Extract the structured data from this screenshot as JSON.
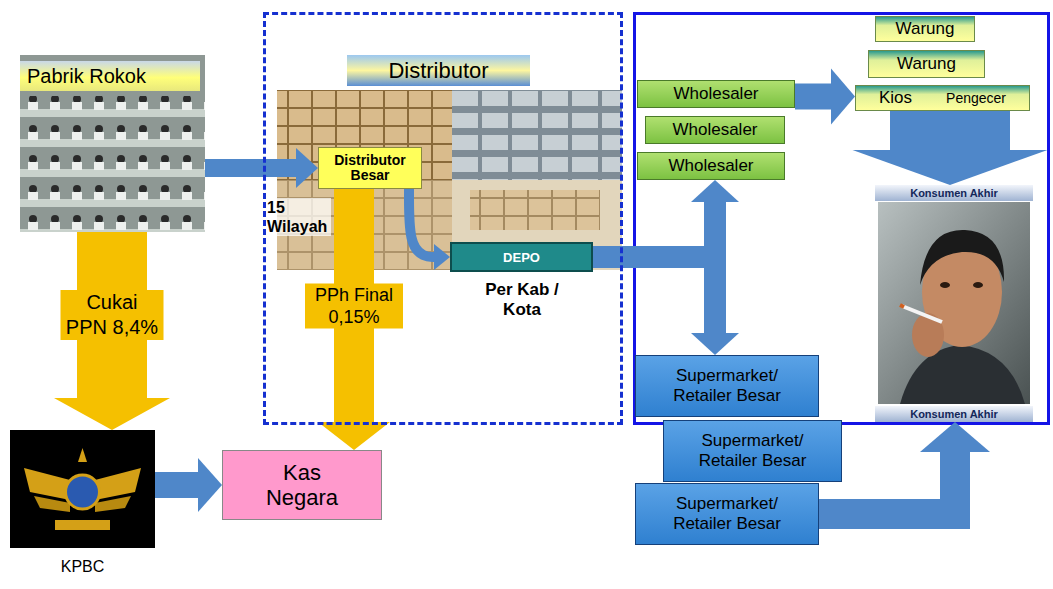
{
  "diagram": {
    "nodes": [
      {
        "text": [
          "Pabrik Rokok"
        ]
      },
      {
        "text": [
          "Distributor"
        ]
      },
      {
        "text": [
          "Distributor Besar"
        ],
        "in": 1
      },
      {
        "text": [
          "DEPO"
        ],
        "in": 1
      },
      {
        "text": [
          "Wholesaler"
        ]
      },
      {
        "text": [
          "Wholesaler"
        ]
      },
      {
        "text": [
          "Wholesaler"
        ]
      },
      {
        "text": [
          "Warung"
        ]
      },
      {
        "text": [
          "Warung"
        ]
      },
      {
        "text": [
          "Kios",
          "Pengecer"
        ]
      },
      {
        "text": [
          "Konsumen Akhir",
          "Konsumen Akhir"
        ]
      },
      {
        "text": [
          "Supermarket/ Retailer Besar"
        ]
      },
      {
        "text": [
          "Supermarket/ Retailer Besar"
        ]
      },
      {
        "text": [
          "Supermarket/ Retailer Besar"
        ]
      },
      {
        "text": [
          "KPBC"
        ]
      },
      {
        "text": [
          "Kas Negara"
        ]
      }
    ],
    "edges": [
      {
        "from": 0,
        "to": 2,
        "arrow": "to"
      },
      {
        "from": 0,
        "to": 14,
        "label": "Cukai PPN 8,4%",
        "arrow": "to"
      },
      {
        "from": 2,
        "to": 3,
        "arrow": "to"
      },
      {
        "from": 2,
        "to": 15,
        "label": "PPh Final 0,15%",
        "arrow": "to"
      },
      {
        "from": 14,
        "to": 15,
        "arrow": "to"
      },
      {
        "from": 3,
        "to": 6,
        "arrow": "to"
      },
      {
        "from": 3,
        "to": 11,
        "arrow": "to"
      },
      {
        "from": 4,
        "to": 9,
        "arrow": "to"
      },
      {
        "from": 9,
        "to": 10,
        "arrow": "to"
      },
      {
        "from": 13,
        "to": 10,
        "arrow": "to"
      }
    ],
    "labels": [
      "15 Wilayah",
      "Per Kab / Kota"
    ]
  }
}
